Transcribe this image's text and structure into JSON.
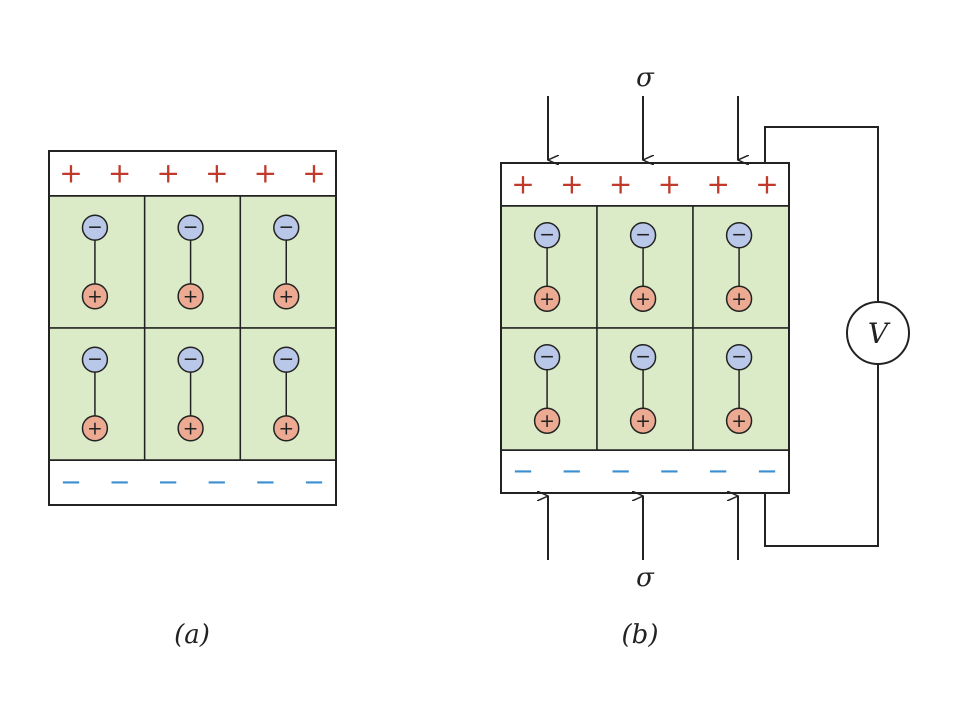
{
  "panels": [
    {
      "id": "a",
      "caption": "(a)",
      "top_plate_sign": "+",
      "bottom_plate_sign": "−",
      "dipole_negative": "−",
      "dipole_positive": "+",
      "has_stress": false,
      "has_voltmeter": false
    },
    {
      "id": "b",
      "caption": "(b)",
      "top_plate_sign": "+",
      "bottom_plate_sign": "−",
      "dipole_negative": "−",
      "dipole_positive": "+",
      "has_stress": true,
      "stress_symbol_top": "σ",
      "stress_symbol_bottom": "σ",
      "has_voltmeter": true,
      "voltmeter_label": "V"
    }
  ],
  "colors": {
    "positive_sign": "#c0392b",
    "negative_sign": "#3b8fd0",
    "cell_fill": "#dcebc7",
    "negative_ion_fill": "#b9c7e8",
    "positive_ion_fill": "#ecaa92",
    "stroke": "#222222"
  }
}
